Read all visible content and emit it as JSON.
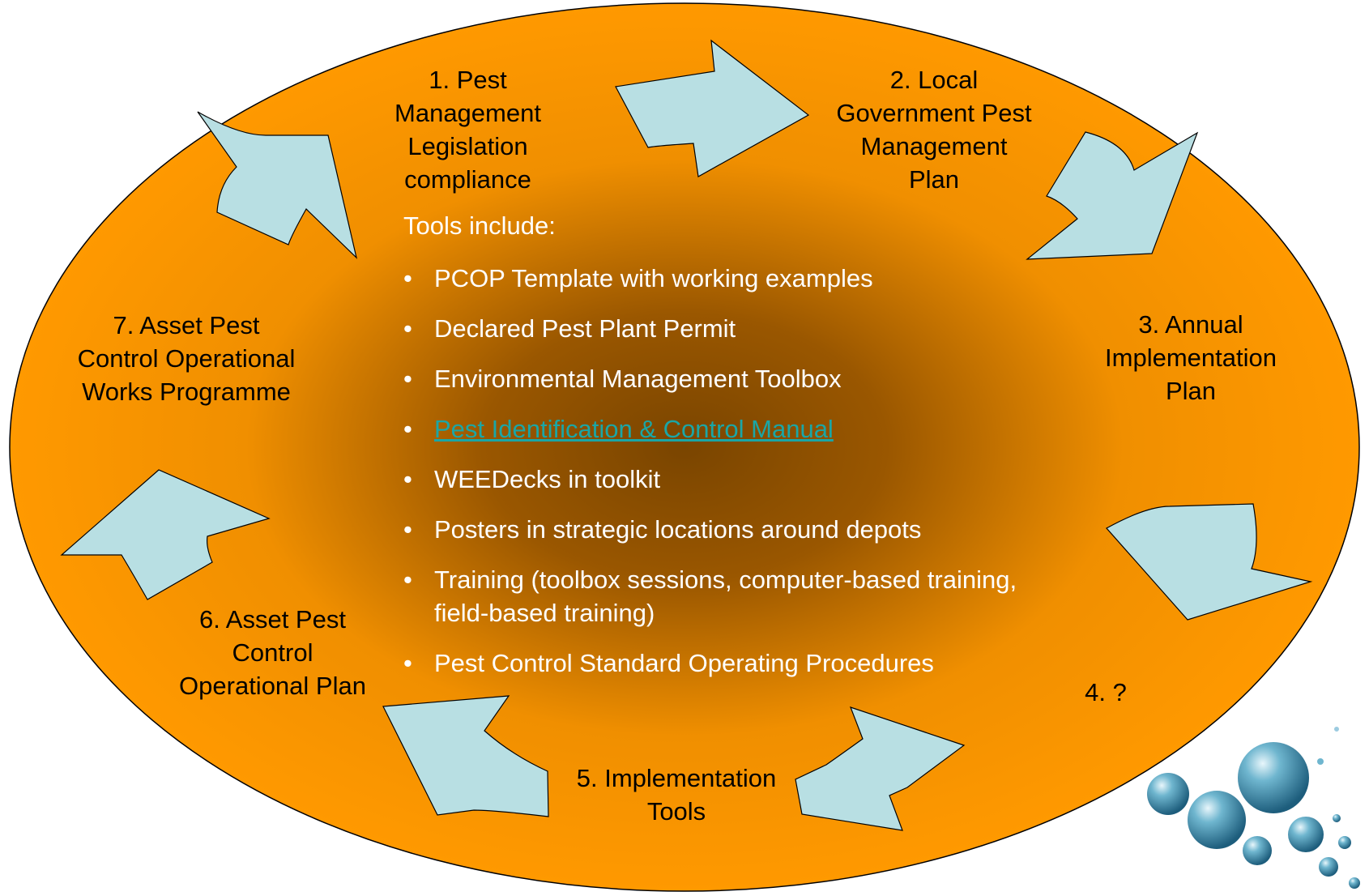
{
  "colors": {
    "ellipse_edge": "#ff9900",
    "ellipse_center": "#7a4500",
    "arrow_fill": "#b8dfe3",
    "arrow_stroke": "#000000",
    "link": "#1aa6a6"
  },
  "steps": [
    {
      "id": 1,
      "lines": [
        "1. Pest",
        "Management",
        "Legislation",
        "compliance"
      ]
    },
    {
      "id": 2,
      "lines": [
        "2. Local",
        "Government Pest",
        "Management",
        "Plan"
      ]
    },
    {
      "id": 3,
      "lines": [
        "3. Annual",
        "Implementation",
        "Plan"
      ]
    },
    {
      "id": 4,
      "lines": [
        "4. ?"
      ]
    },
    {
      "id": 5,
      "lines": [
        "5. Implementation",
        "Tools"
      ]
    },
    {
      "id": 6,
      "lines": [
        "6. Asset Pest",
        "Control",
        "Operational Plan"
      ]
    },
    {
      "id": 7,
      "lines": [
        "7. Asset Pest",
        "Control Operational",
        "Works Programme"
      ]
    }
  ],
  "tools": {
    "intro": "Tools include:",
    "bullet": "•",
    "items": [
      {
        "text": "PCOP Template with working examples",
        "is_link": false
      },
      {
        "text": "Declared Pest Plant Permit",
        "is_link": false
      },
      {
        "text": "Environmental Management Toolbox",
        "is_link": false
      },
      {
        "text": "Pest Identification & Control Manual",
        "is_link": true
      },
      {
        "text": "WEEDecks in toolkit",
        "is_link": false
      },
      {
        "text": "Posters in strategic locations around depots",
        "is_link": false
      },
      {
        "text": "Training (toolbox sessions, computer-based training, field-based training)",
        "is_link": false
      },
      {
        "text": "Pest Control Standard Operating Procedures",
        "is_link": false
      }
    ]
  },
  "arrows": [
    "arrow-1-to-2",
    "arrow-2-to-3",
    "arrow-3-to-4",
    "arrow-4-to-5",
    "arrow-5-to-6",
    "arrow-6-to-7",
    "arrow-7-to-1"
  ],
  "decoration": {
    "icon": "water-bubbles-icon"
  }
}
